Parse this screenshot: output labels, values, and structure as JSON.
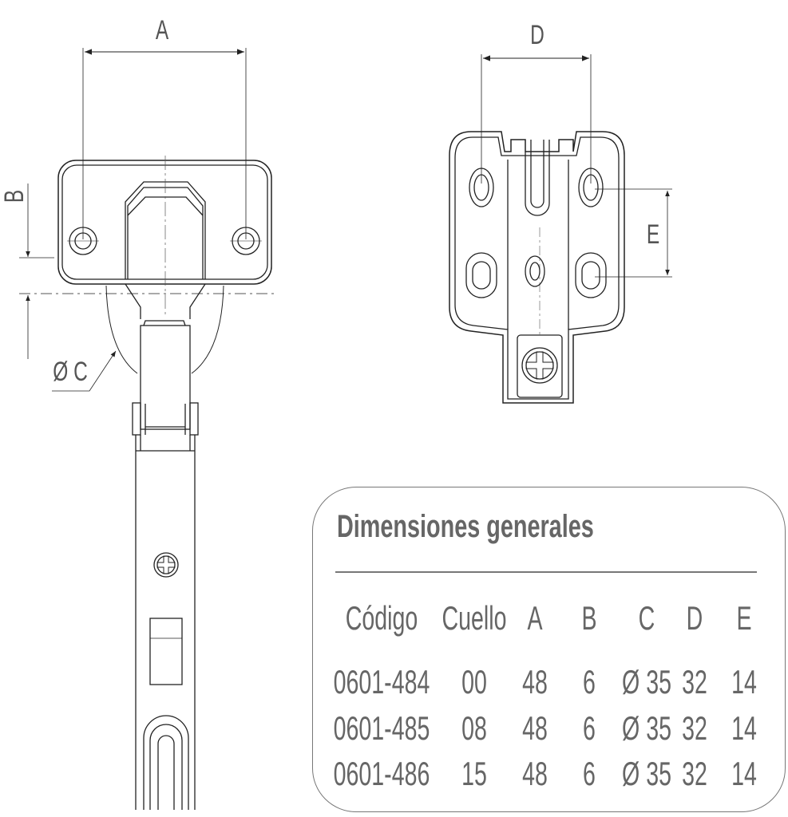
{
  "drawing": {
    "labels": {
      "A": "A",
      "B": "B",
      "C": "Ø C",
      "D": "D",
      "E": "E"
    }
  },
  "table": {
    "title": "Dimensiones generales",
    "headers": [
      "Código",
      "Cuello",
      "A",
      "B",
      "C",
      "D",
      "E"
    ],
    "rows": [
      [
        "0601-484",
        "00",
        "48",
        "6",
        "Ø 35",
        "32",
        "14"
      ],
      [
        "0601-485",
        "08",
        "48",
        "6",
        "Ø 35",
        "32",
        "14"
      ],
      [
        "0601-486",
        "15",
        "48",
        "6",
        "Ø 35",
        "32",
        "14"
      ]
    ]
  },
  "colors": {
    "line": "#222222",
    "text": "#666666",
    "border": "#777777"
  }
}
